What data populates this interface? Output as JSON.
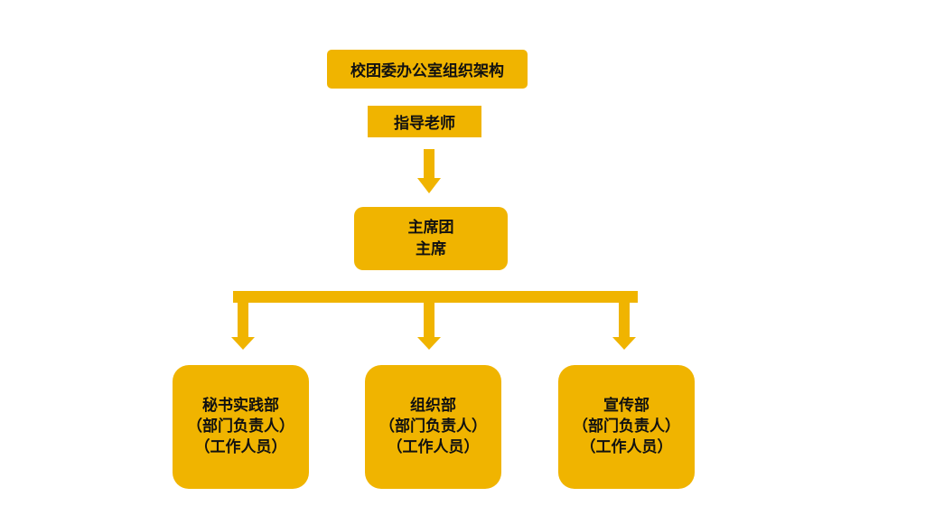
{
  "title": "校团委办公室组织架构",
  "advisor": "指导老师",
  "presidium": {
    "line1": "主席团",
    "line2": "主席"
  },
  "departments": [
    {
      "name": "秘书实践部",
      "lead": "（部门负责人）",
      "staff": "（工作人员）"
    },
    {
      "name": "组织部",
      "lead": "（部门负责人）",
      "staff": "（工作人员）"
    },
    {
      "name": "宣传部",
      "lead": "（部门负责人）",
      "staff": "（工作人员）"
    }
  ],
  "colors": {
    "box": "#f0b400",
    "connector": "#f0b400",
    "text": "#111111"
  }
}
